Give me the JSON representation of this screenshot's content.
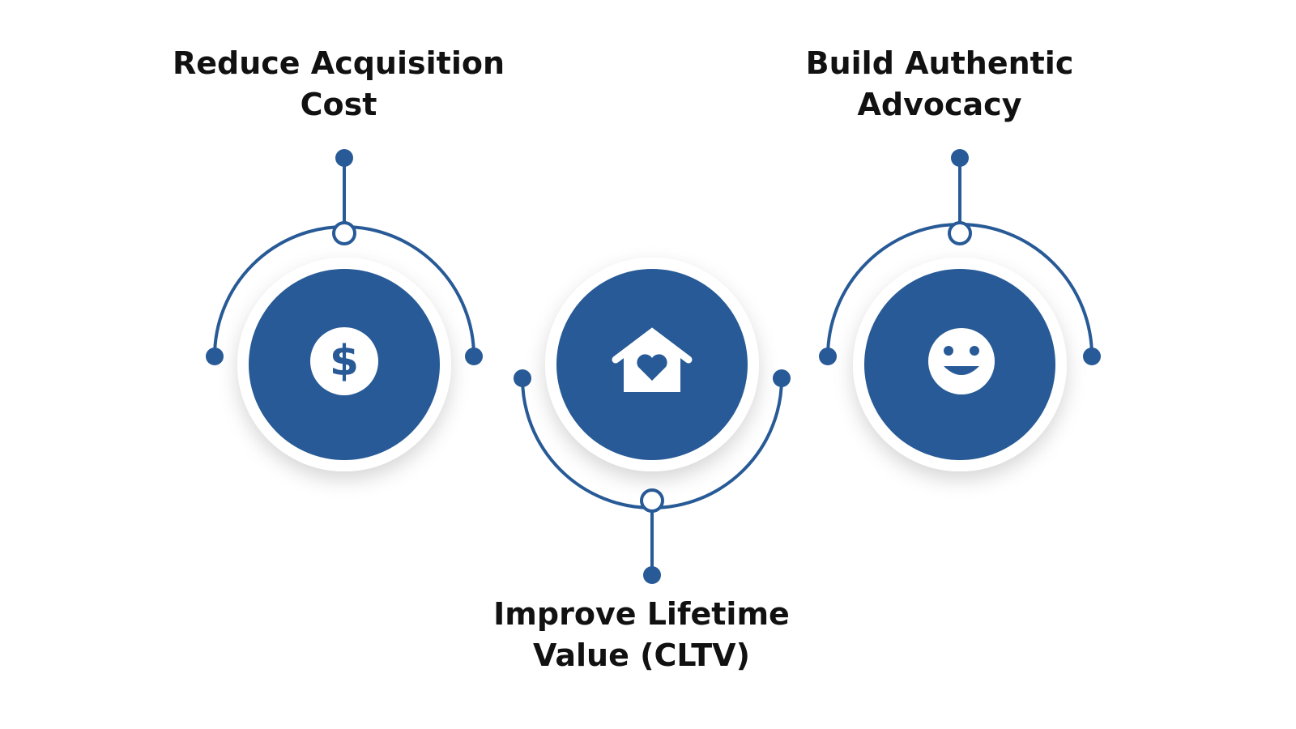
{
  "colors": {
    "primary": "#275A96",
    "ring": "#ffffff",
    "label": "#111111"
  },
  "items": [
    {
      "label_line1": "Reduce Acquisition",
      "label_line2": "Cost",
      "icon": "dollar-coin-icon",
      "icon_glyph": "$"
    },
    {
      "label_line1": "Improve Lifetime",
      "label_line2": "Value (CLTV)",
      "icon": "house-heart-icon"
    },
    {
      "label_line1": "Build Authentic",
      "label_line2": "Advocacy",
      "icon": "smiley-face-icon"
    }
  ]
}
